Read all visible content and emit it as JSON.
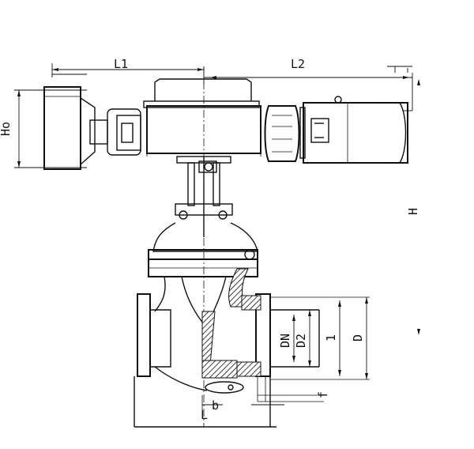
{
  "drawing": {
    "labels": {
      "L1": "L1",
      "L2": "L2",
      "Ho": "Ho",
      "H": "H",
      "DN": "DN",
      "D2": "D2",
      "D1": "1",
      "D": "D",
      "f": "f",
      "b": "b",
      "L": "L"
    }
  }
}
